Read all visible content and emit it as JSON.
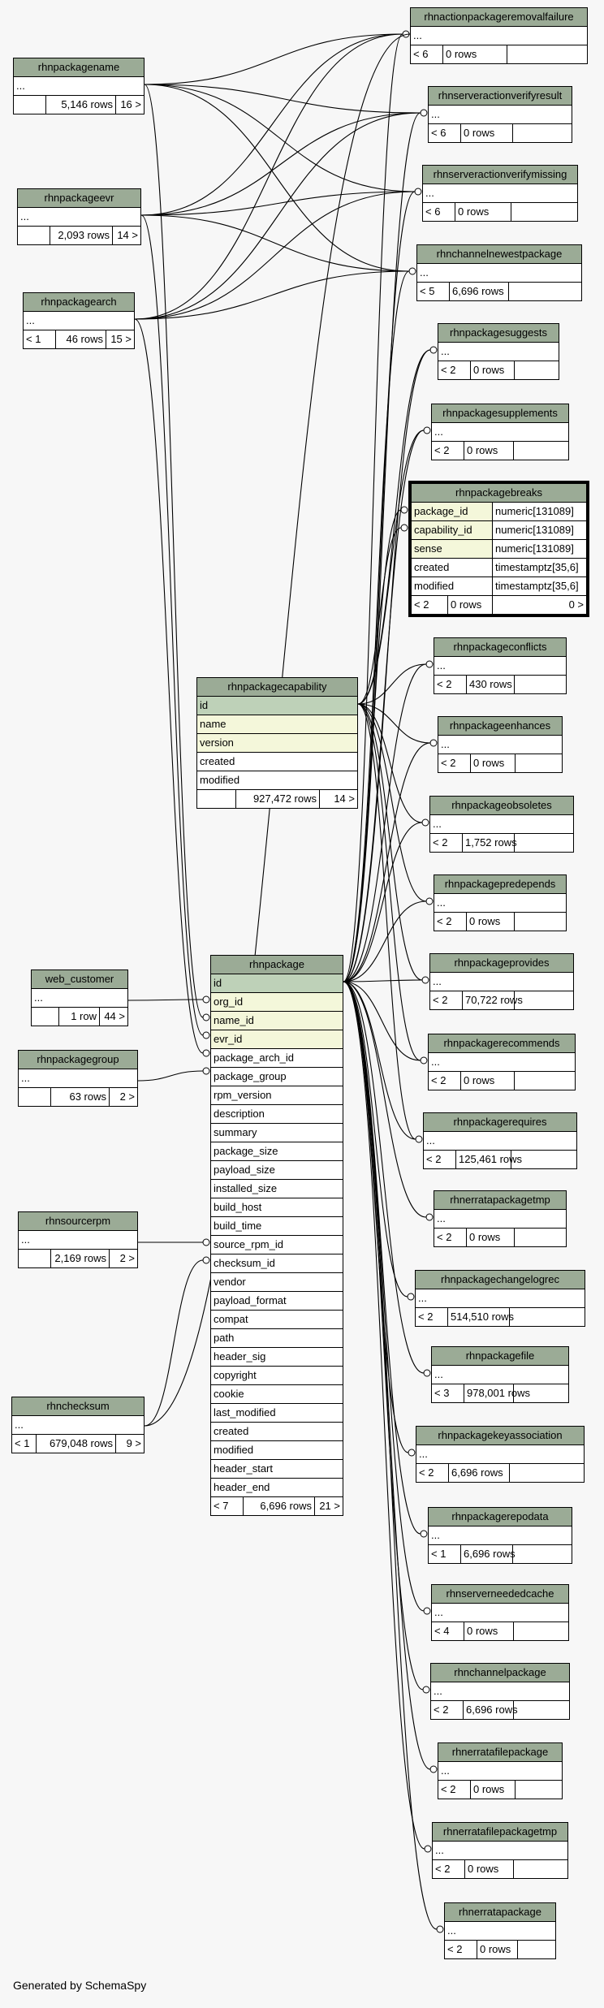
{
  "credit": "Generated by SchemaSpy",
  "ellipsis": "...",
  "focus_table": {
    "name": "rhnpackagebreaks",
    "columns": [
      {
        "name": "package_id",
        "type": "numeric[131089]"
      },
      {
        "name": "capability_id",
        "type": "numeric[131089]"
      },
      {
        "name": "sense",
        "type": "numeric[131089]"
      },
      {
        "name": "created",
        "type": "timestamptz[35,6]"
      },
      {
        "name": "modified",
        "type": "timestamptz[35,6]"
      }
    ],
    "footer": {
      "parents": "< 2",
      "rows": "0 rows",
      "children": "0 >"
    }
  },
  "rhnpackage": {
    "name": "rhnpackage",
    "columns": [
      "id",
      "org_id",
      "name_id",
      "evr_id",
      "package_arch_id",
      "package_group",
      "rpm_version",
      "description",
      "summary",
      "package_size",
      "payload_size",
      "installed_size",
      "build_host",
      "build_time",
      "source_rpm_id",
      "checksum_id",
      "vendor",
      "payload_format",
      "compat",
      "path",
      "header_sig",
      "copyright",
      "cookie",
      "last_modified",
      "created",
      "modified",
      "header_start",
      "header_end"
    ],
    "footer": {
      "parents": "< 7",
      "rows": "6,696 rows",
      "children": "21 >"
    }
  },
  "rhnpackagecapability": {
    "name": "rhnpackagecapability",
    "columns": [
      "id",
      "name",
      "version",
      "created",
      "modified"
    ],
    "footer": {
      "parents": "",
      "rows": "927,472 rows",
      "children": "14 >"
    }
  },
  "parents": [
    {
      "name": "rhnpackagename",
      "parents": "",
      "rows": "5,146 rows",
      "children": "16 >"
    },
    {
      "name": "rhnpackageevr",
      "parents": "",
      "rows": "2,093 rows",
      "children": "14 >"
    },
    {
      "name": "rhnpackagearch",
      "parents": "< 1",
      "rows": "46 rows",
      "children": "15 >"
    },
    {
      "name": "web_customer",
      "parents": "",
      "rows": "1 row",
      "children": "44 >"
    },
    {
      "name": "rhnpackagegroup",
      "parents": "",
      "rows": "63 rows",
      "children": "2 >"
    },
    {
      "name": "rhnsourcerpm",
      "parents": "",
      "rows": "2,169 rows",
      "children": "2 >"
    },
    {
      "name": "rhnchecksum",
      "parents": "< 1",
      "rows": "679,048 rows",
      "children": "9 >"
    }
  ],
  "children": [
    {
      "name": "rhnactionpackageremovalfailure",
      "parents": "< 6",
      "rows": "0 rows",
      "children": ""
    },
    {
      "name": "rhnserveractionverifyresult",
      "parents": "< 6",
      "rows": "0 rows",
      "children": ""
    },
    {
      "name": "rhnserveractionverifymissing",
      "parents": "< 6",
      "rows": "0 rows",
      "children": ""
    },
    {
      "name": "rhnchannelnewestpackage",
      "parents": "< 5",
      "rows": "6,696 rows",
      "children": ""
    },
    {
      "name": "rhnpackagesuggests",
      "parents": "< 2",
      "rows": "0 rows",
      "children": ""
    },
    {
      "name": "rhnpackagesupplements",
      "parents": "< 2",
      "rows": "0 rows",
      "children": ""
    },
    {
      "name": "rhnpackageconflicts",
      "parents": "< 2",
      "rows": "430 rows",
      "children": ""
    },
    {
      "name": "rhnpackageenhances",
      "parents": "< 2",
      "rows": "0 rows",
      "children": ""
    },
    {
      "name": "rhnpackageobsoletes",
      "parents": "< 2",
      "rows": "1,752 rows",
      "children": ""
    },
    {
      "name": "rhnpackagepredepends",
      "parents": "< 2",
      "rows": "0 rows",
      "children": ""
    },
    {
      "name": "rhnpackageprovides",
      "parents": "< 2",
      "rows": "70,722 rows",
      "children": ""
    },
    {
      "name": "rhnpackagerecommends",
      "parents": "< 2",
      "rows": "0 rows",
      "children": ""
    },
    {
      "name": "rhnpackagerequires",
      "parents": "< 2",
      "rows": "125,461 rows",
      "children": ""
    },
    {
      "name": "rhnerratapackagetmp",
      "parents": "< 2",
      "rows": "0 rows",
      "children": ""
    },
    {
      "name": "rhnpackagechangelogrec",
      "parents": "< 2",
      "rows": "514,510 rows",
      "children": ""
    },
    {
      "name": "rhnpackagefile",
      "parents": "< 3",
      "rows": "978,001 rows",
      "children": ""
    },
    {
      "name": "rhnpackagekeyassociation",
      "parents": "< 2",
      "rows": "6,696 rows",
      "children": ""
    },
    {
      "name": "rhnpackagerepodata",
      "parents": "< 1",
      "rows": "6,696 rows",
      "children": ""
    },
    {
      "name": "rhnserverneededcache",
      "parents": "< 4",
      "rows": "0 rows",
      "children": ""
    },
    {
      "name": "rhnchannelpackage",
      "parents": "< 2",
      "rows": "6,696 rows",
      "children": ""
    },
    {
      "name": "rhnerratafilepackage",
      "parents": "< 2",
      "rows": "0 rows",
      "children": ""
    },
    {
      "name": "rhnerratafilepackagetmp",
      "parents": "< 2",
      "rows": "0 rows",
      "children": ""
    },
    {
      "name": "rhnerratapackage",
      "parents": "< 2",
      "rows": "0 rows",
      "children": ""
    }
  ]
}
